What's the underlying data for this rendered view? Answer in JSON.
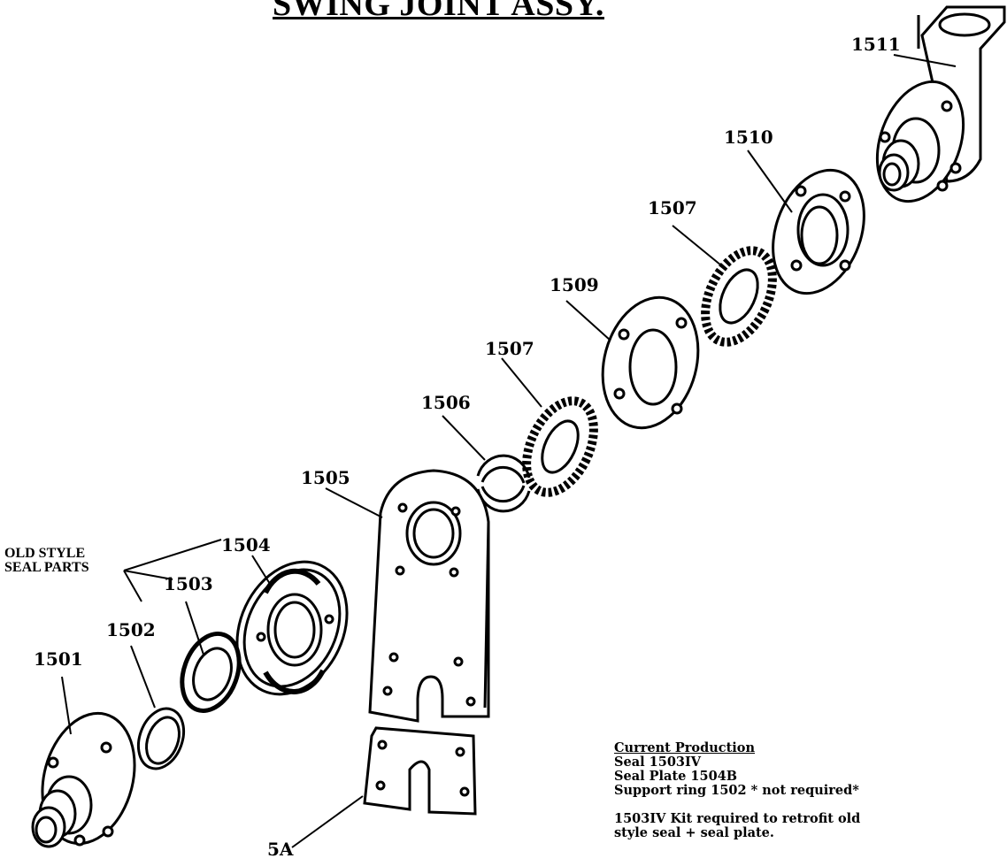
{
  "title": "SWING JOINT ASSY.",
  "parts": {
    "p1501": "1501",
    "p1502": "1502",
    "p1503": "1503",
    "p1504": "1504",
    "p1505": "1505",
    "p1506": "1506",
    "p1507a": "1507",
    "p1509": "1509",
    "p1507b": "1507",
    "p1510": "1510",
    "p1511": "1511",
    "p5a": "5A"
  },
  "old_style": {
    "line1": "OLD STYLE",
    "line2": "SEAL PARTS"
  },
  "note": {
    "heading": "Current Production",
    "line1": "Seal  1503IV",
    "line2": "Seal Plate  1504B",
    "line3": "Support ring 1502 * not required*",
    "line4": "1503IV Kit required to retrofit old",
    "line5": "style seal + seal plate."
  }
}
